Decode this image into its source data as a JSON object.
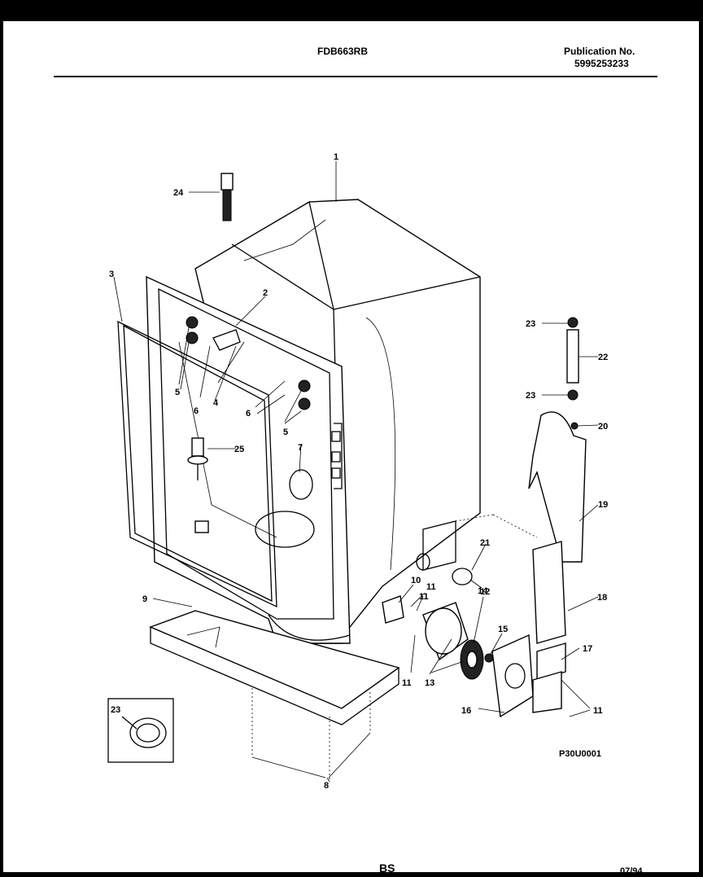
{
  "header": {
    "model": "FDB663RB",
    "publication_label": "Publication No.",
    "publication_number": "5995253233"
  },
  "diagram_code": "P30U0001",
  "page_code": "BS",
  "date_code": "07/94",
  "callouts": [
    "1",
    "2",
    "3",
    "4",
    "5",
    "5",
    "6",
    "6",
    "7",
    "8",
    "9",
    "10",
    "11",
    "11",
    "11",
    "11",
    "12",
    "13",
    "14",
    "15",
    "16",
    "17",
    "18",
    "19",
    "20",
    "21",
    "22",
    "23",
    "23",
    "24",
    "25",
    "23"
  ]
}
